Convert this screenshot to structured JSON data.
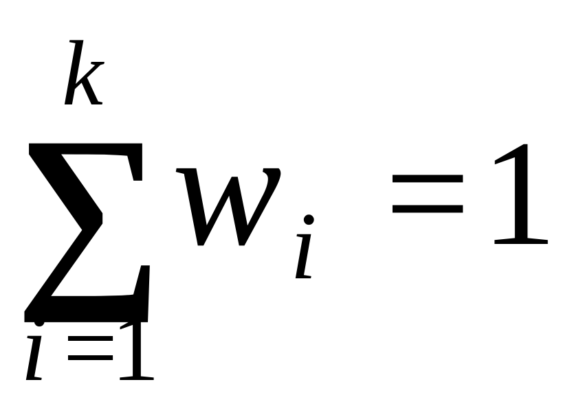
{
  "formula": {
    "upper_limit": "k",
    "sum_symbol": "∑",
    "summand": "w",
    "summand_subscript": "i",
    "equals": "=",
    "rhs": "1",
    "lower_limit_var": "i",
    "lower_limit_eq": "=",
    "lower_limit_value": "1"
  },
  "colors": {
    "text": "#000000",
    "background": "#ffffff"
  }
}
